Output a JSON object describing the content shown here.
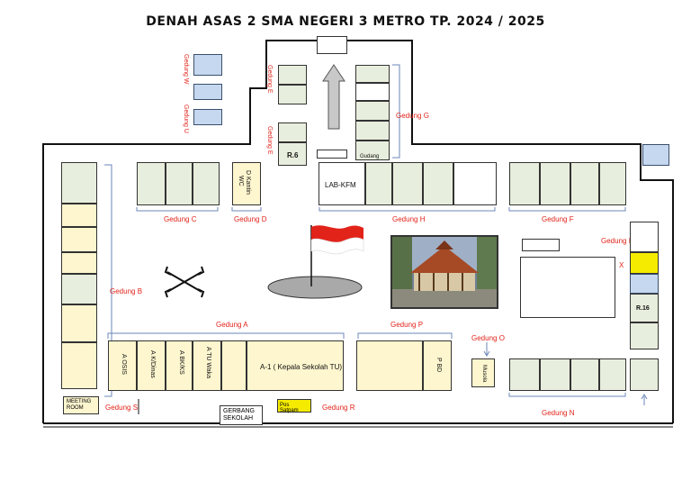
{
  "title": "DENAH  ASAS 2 SMA NEGERI 3 METRO TP. 2024 / 2025",
  "rooms": {
    "r6": "R.6",
    "r16": "R.16",
    "lab": "LAB-KFM",
    "gudang": "Gudang",
    "a_kepsek": "A-1 ( Kepala Sekolah  TU)",
    "a_osis": "A OSIS",
    "a_kdinas": "A K/Dinas",
    "a_bk": "A BK/KS",
    "a_waka": "A TU Waka",
    "wc": "WC",
    "d_kantin": "D Kantin",
    "mushola": "Musola",
    "pbd": "P BD",
    "meeting": "MEETING ROOM",
    "pos": "Pos Satpam",
    "gerbang": "GERBANG SEKOLAH"
  },
  "labels": {
    "gedung_a": "Gedung A",
    "gedung_b": "Gedung B",
    "gedung_c": "Gedung C",
    "gedung_d": "Gedung D",
    "gedung_e": "Gedung E",
    "gedung_f": "Gedung F",
    "gedung_g": "Gedung G",
    "gedung_h": "Gedung H",
    "gedung_i": "Gedung I",
    "gedung_n": "Gedung N",
    "gedung_o": "Gedung O",
    "gedung_p": "Gedung P",
    "gedung_r": "Gedung R",
    "gedung_s": "Gedung S",
    "gedung_w": "Gedung W",
    "gedung_u": "Gedung U",
    "x_mark": "X"
  },
  "colors": {
    "label_red": "#e2231a",
    "room_green": "#e8eedd",
    "room_cream": "#fdf6cf",
    "room_blue": "#c6d8ef",
    "pos_yellow": "#f5eb00"
  }
}
